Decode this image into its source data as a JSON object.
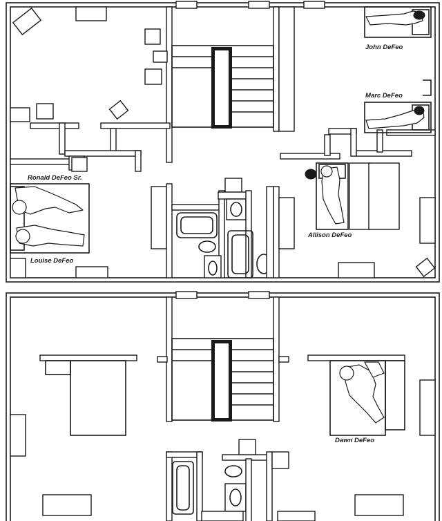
{
  "labels": {
    "john": "John DeFeo",
    "marc": "Marc DeFeo",
    "ronald": "Ronald DeFeo Sr.",
    "allison": "Allison DeFeo",
    "louise": "Louise DeFeo",
    "dawn": "Dawn DeFeo"
  },
  "colors": {
    "line": "#1a1a1a",
    "background": "#ffffff"
  }
}
